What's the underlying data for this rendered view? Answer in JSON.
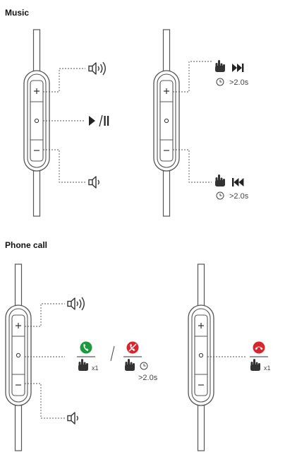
{
  "sections": {
    "music": {
      "title": "Music"
    },
    "phone": {
      "title": "Phone call"
    }
  },
  "music_right": {
    "next_duration": ">2.0s",
    "prev_duration": ">2.0s"
  },
  "phone_left": {
    "answer_count": "x1",
    "reject_duration": ">2.0s"
  },
  "phone_right": {
    "hangup_count": "x1"
  },
  "icons": {
    "volume_up": "volume-up-icon",
    "volume_down": "volume-down-icon",
    "play_pause": "play-pause-icon",
    "next_track": "next-track-icon",
    "previous_track": "previous-track-icon",
    "press_hand": "hand-press-icon",
    "clock": "clock-icon",
    "answer_call": "answer-call-icon",
    "reject_call": "reject-call-icon",
    "end_call": "end-call-icon"
  },
  "colors": {
    "answer_green": "#1a9a3c",
    "reject_red": "#d9262e"
  }
}
